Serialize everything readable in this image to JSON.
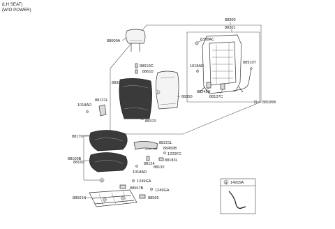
{
  "header": {
    "line1": "(LH SEAT)",
    "line2": "(W/O POWER)"
  },
  "labels": {
    "p88300": "88300",
    "p88301": "88301",
    "p6338AC": "6338AC",
    "p88600A": "88600A",
    "p88610C": "88610C",
    "p88610": "88610",
    "p88397": "88397",
    "p88350": "88350",
    "p88370": "88370",
    "p1018AD_a": "1018AD",
    "p1018AD_b": "1018AD",
    "p1018AD_c": "1018AD",
    "p88910T": "88910T",
    "p88245H": "88245H",
    "p88137C": "88137C",
    "p88195B": "88195B",
    "p88121L": "88121L",
    "p88170": "88170",
    "p88100B": "88100B",
    "p88150": "88150",
    "p88221L": "88221L",
    "p88450B": "88450B",
    "p1220FC": "1220FC",
    "p88183L": "88183L",
    "p88124": "88124",
    "p88132": "88132",
    "p1249GA_a": "1249GA",
    "p1249GA_b": "1249GA",
    "p88567B": "88567B",
    "p88565": "88565",
    "p88501N": "88501N"
  },
  "callout": {
    "marker": "a",
    "part": "14915A"
  },
  "icons": [
    "bolt-icon",
    "clip-icon",
    "screw-icon",
    "callout-marker-icon"
  ]
}
